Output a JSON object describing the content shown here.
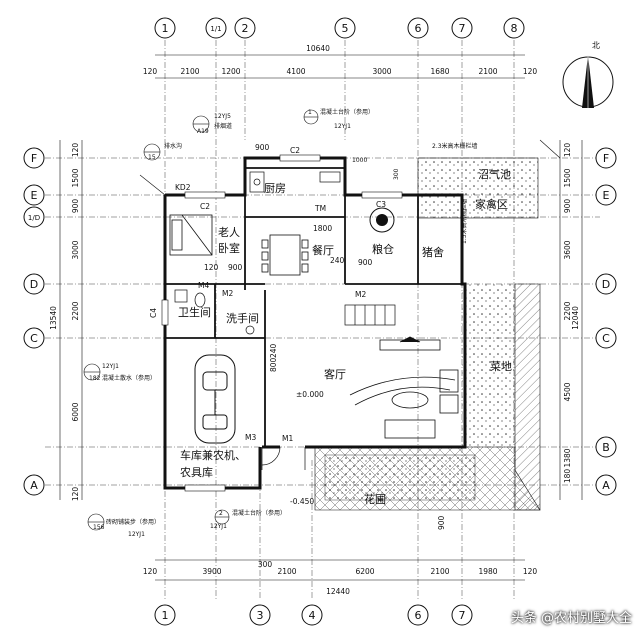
{
  "north_label": "北",
  "axis_cols": [
    "1",
    "1/1",
    "2",
    "5",
    "6",
    "7",
    "8"
  ],
  "axis_cols_bottom": [
    "1",
    "3",
    "4",
    "6",
    "7"
  ],
  "axis_rows": [
    "F",
    "E",
    "1/D",
    "D",
    "C",
    "B",
    "A"
  ],
  "dims_top": {
    "total": "10640",
    "segments": [
      "2100",
      "1200",
      "4100",
      "3000",
      "1680",
      "2100"
    ],
    "left_offset": "120",
    "right_offset": "120"
  },
  "dims_bottom": {
    "total": "12440",
    "segments": [
      "3900",
      "2100",
      "6200",
      "2100",
      "1980"
    ],
    "offsets": [
      "120",
      "300",
      "120"
    ]
  },
  "dims_left": {
    "total": "13540",
    "segments": [
      "1500",
      "900",
      "3000",
      "2200",
      "6000"
    ],
    "edges": [
      "120",
      "120"
    ]
  },
  "dims_right": {
    "total": "12040",
    "segments": [
      "1500",
      "900",
      "3600",
      "2200",
      "4500",
      "1380",
      "180"
    ],
    "edges": [
      "120"
    ]
  },
  "rooms": {
    "kitchen": "厨房",
    "bedroom_a": "老人",
    "bedroom_b": "卧室",
    "dining": "餐厅",
    "granary": "粮仓",
    "pigsty": "猪舍",
    "biogas": "沼气池",
    "poultry": "家禽区",
    "bathroom": "卫生间",
    "washroom": "洗手间",
    "living": "客厅",
    "garage_a": "车库兼农机、",
    "garage_b": "农具库",
    "vegetable": "菜地",
    "garden": "花圃"
  },
  "labels": {
    "c2": "C2",
    "c2b": "C2",
    "c3": "C3",
    "c4": "C4",
    "kd2": "KD2",
    "m1": "M1",
    "m2": "M2",
    "m2b": "M2",
    "m3": "M3",
    "m4": "M4",
    "tm": "TM",
    "zero": "±0.000",
    "neg": "-0.450",
    "d900a": "900",
    "d900b": "900",
    "d900c": "900",
    "d900d": "900",
    "d120": "120",
    "d1800": "1800",
    "d240a": "240",
    "d240b": "240",
    "d800": "800",
    "d1000": "1000",
    "d300": "300",
    "ref_a19": "A19",
    "ref_12yj5": "12YJ5",
    "ref_12yj1a": "12YJ1",
    "ref_12yj1b": "12YJ1",
    "ref_12yj1c": "12YJ1",
    "ref_12yj1d": "12YJ1",
    "ref_15": "15",
    "ref_1": "1",
    "ref_2": "2",
    "ref_156": "156",
    "ref_182": "182",
    "note_a": "混凝土台阶（参用）",
    "note_b": "混凝土散水（参用）",
    "note_c": "混凝土台阶（参用）",
    "note_d": "砖砌铺装步（参用）",
    "note_e": "2.3米高木栅栏墙",
    "note_f": "1.5米高木栅栏墙",
    "note_g": "排水沟",
    "note_h": "排烟道"
  },
  "watermark": "头条 @农村别墅大全",
  "colors": {
    "line": "#111111",
    "paper": "#ffffff"
  }
}
